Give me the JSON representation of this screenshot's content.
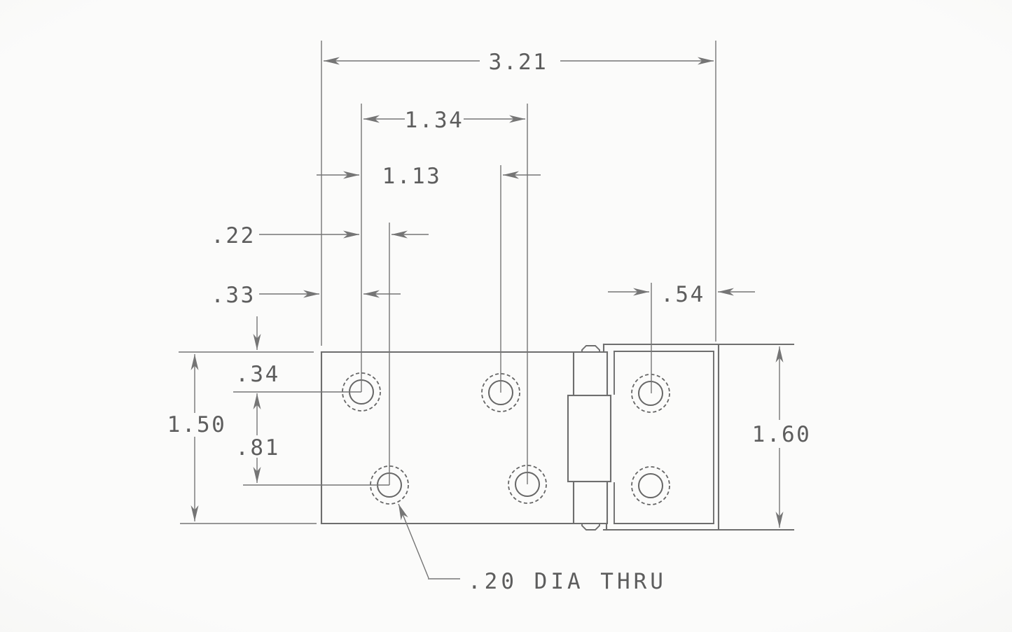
{
  "drawing": {
    "title": "Hinge top view engineering drawing",
    "view": "top",
    "units": "inches",
    "colors": {
      "background": "#fbfbfa",
      "line": "#6e6e6e",
      "text": "#5d5d5d"
    },
    "hole_note": ".20 DIA THRU",
    "dimensions": {
      "overall_width": "3.21",
      "lower_hole_span": "1.34",
      "upper_hole_span": "1.13",
      "hole_column_offset": ".22",
      "edge_to_first_hole": ".33",
      "hole_to_right_edge": ".54",
      "top_to_first_row": ".34",
      "hole_row_spacing": ".81",
      "left_leaf_height": "1.50",
      "right_leaf_height": "1.60"
    }
  }
}
